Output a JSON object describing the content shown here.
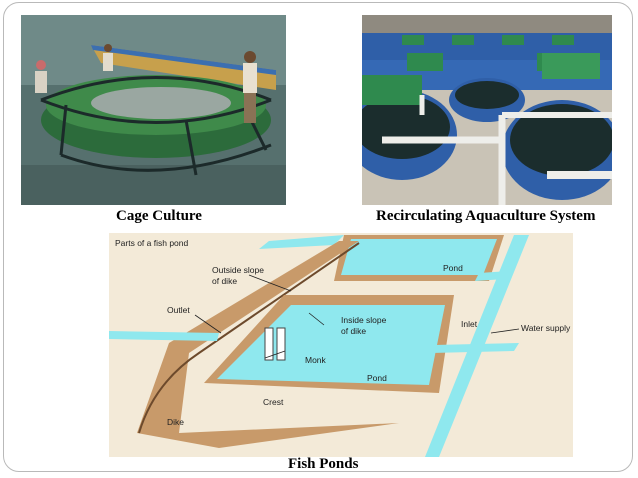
{
  "slide": {
    "captions": {
      "cage": "Cage Culture",
      "ras": "Recirculating Aquaculture System",
      "ponds": "Fish Ponds"
    },
    "pond_diagram": {
      "heading": "Parts of a fish pond",
      "labels": {
        "outside_slope": "Outside slope",
        "of_dike_1": "of dike",
        "outlet": "Outlet",
        "inside_slope": "Inside slope",
        "of_dike_2": "of dike",
        "monk": "Monk",
        "pond_top": "Pond",
        "pond_main": "Pond",
        "inlet": "Inlet",
        "water_supply": "Water supply",
        "crest": "Crest",
        "dike": "Dike"
      }
    },
    "colors": {
      "water": "#8fe8ee",
      "dike": "#c89a6a",
      "paper": "#f3ead8",
      "tank": "#2f5fa8",
      "lid": "#2f8a4e"
    }
  }
}
